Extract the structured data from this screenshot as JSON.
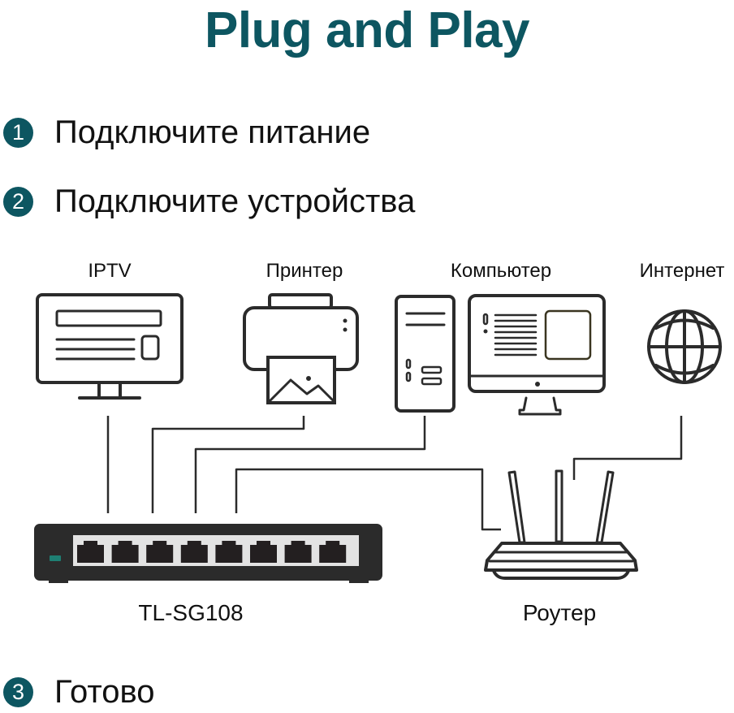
{
  "title": "Plug and Play",
  "steps": [
    {
      "number": "1",
      "text": "Подключите питание"
    },
    {
      "number": "2",
      "text": "Подключите устройства"
    },
    {
      "number": "3",
      "text": "Готово"
    }
  ],
  "devices": {
    "iptv": "IPTV",
    "printer": "Принтер",
    "computer": "Компьютер",
    "internet": "Интернет",
    "switch": "TL-SG108",
    "router": "Роутер"
  },
  "colors": {
    "accent": "#0d5661",
    "device": "#2b2b2b",
    "led": "#1e7f73"
  }
}
